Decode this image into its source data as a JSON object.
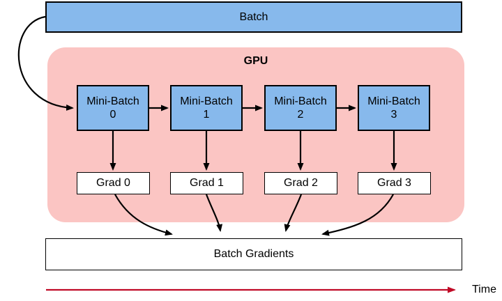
{
  "diagram": {
    "batch": {
      "label": "Batch"
    },
    "gpu": {
      "label": "GPU"
    },
    "minibatches": [
      {
        "line1": "Mini-Batch",
        "line2": "0"
      },
      {
        "line1": "Mini-Batch",
        "line2": "1"
      },
      {
        "line1": "Mini-Batch",
        "line2": "2"
      },
      {
        "line1": "Mini-Batch",
        "line2": "3"
      }
    ],
    "grads": [
      {
        "label": "Grad 0"
      },
      {
        "label": "Grad 1"
      },
      {
        "label": "Grad 2"
      },
      {
        "label": "Grad 3"
      }
    ],
    "batch_gradients": {
      "label": "Batch Gradients"
    },
    "time": {
      "label": "Time"
    }
  },
  "colors": {
    "node_blue": "#87b9ec",
    "gpu_pink": "#fbc5c3",
    "time_red": "#c00a26",
    "line_black": "#000000",
    "white_box": "#ffffff"
  }
}
